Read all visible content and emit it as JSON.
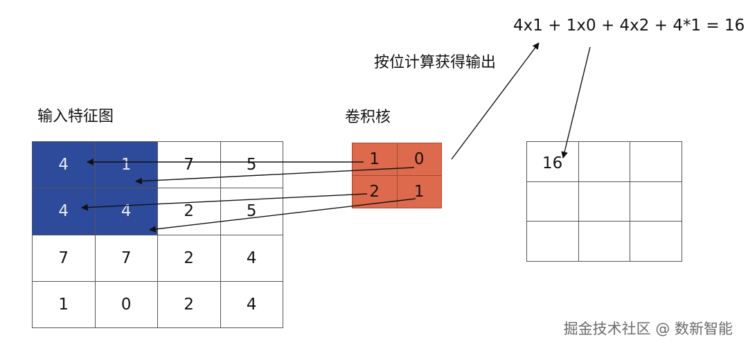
{
  "input": {
    "title": "输入特征图",
    "rows": [
      [
        "4",
        "1",
        "7",
        "5"
      ],
      [
        "4",
        "4",
        "2",
        "5"
      ],
      [
        "7",
        "7",
        "2",
        "4"
      ],
      [
        "1",
        "0",
        "2",
        "4"
      ]
    ],
    "highlight_color": "#2d4a9b"
  },
  "kernel": {
    "title": "卷积核",
    "rows": [
      [
        "1",
        "0"
      ],
      [
        "2",
        "1"
      ]
    ],
    "color": "#de6a4d"
  },
  "compute_label": "按位计算获得输出",
  "formula": "4x1 + 1x0 + 4x2 + 4*1 = 16",
  "output": {
    "rows": [
      [
        "16",
        "",
        ""
      ],
      [
        "",
        "",
        ""
      ],
      [
        "",
        "",
        ""
      ]
    ]
  },
  "watermark": "掘金技术社区 @ 数新智能"
}
